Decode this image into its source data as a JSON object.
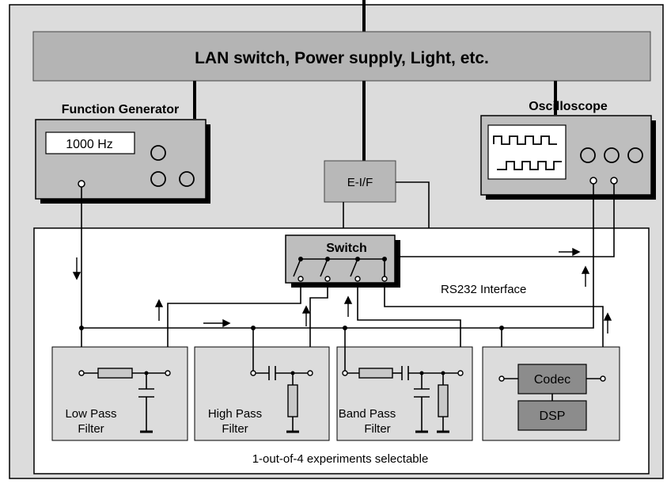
{
  "colors": {
    "panel": "#dcdcdc",
    "outline": "#000000",
    "bar": "#b4b4b4",
    "device": "#bebebe",
    "eif": "#b8b8b8",
    "chip": "#8c8c8c",
    "shadow": "#000000"
  },
  "lan_bar": {
    "label": "LAN switch, Power supply, Light, etc."
  },
  "function_generator": {
    "title": "Function Generator",
    "display": "1000 Hz"
  },
  "oscilloscope": {
    "title": "Oscilloscope"
  },
  "eif": {
    "label": "E-I/F"
  },
  "switch": {
    "label": "Switch"
  },
  "rs232": {
    "label": "RS232 Interface"
  },
  "filters": {
    "low_pass": [
      "Low Pass",
      "Filter"
    ],
    "high_pass": [
      "High Pass",
      "Filter"
    ],
    "band_pass": [
      "Band Pass",
      "Filter"
    ]
  },
  "codec": {
    "label": "Codec"
  },
  "dsp": {
    "label": "DSP"
  },
  "footer": {
    "label": "1-out-of-4 experiments selectable"
  }
}
